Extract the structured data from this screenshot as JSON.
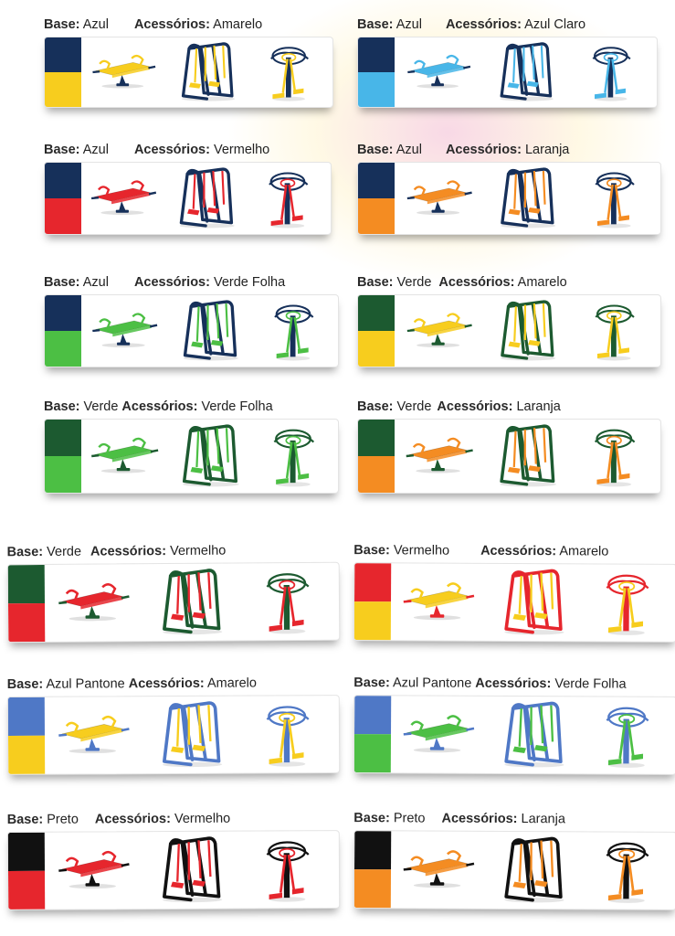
{
  "colors": {
    "Azul": "#16305a",
    "Amarelo": "#f7cd1e",
    "Azul Claro": "#48b6e8",
    "Vermelho": "#e6262d",
    "Laranja": "#f48c22",
    "Verde Folha": "#4cbf44",
    "Verde": "#1c5a30",
    "Azul Pantone": "#4f78c6",
    "Preto": "#111111"
  },
  "labels": {
    "base_label": "Base:",
    "accessories_label": "Acessórios:"
  },
  "combinations": [
    {
      "base": "Azul",
      "accessories": "Amarelo"
    },
    {
      "base": "Azul",
      "accessories": "Azul Claro"
    },
    {
      "base": "Azul",
      "accessories": "Vermelho"
    },
    {
      "base": "Azul",
      "accessories": "Laranja"
    },
    {
      "base": "Azul",
      "accessories": "Verde Folha"
    },
    {
      "base": "Verde",
      "accessories": "Amarelo"
    },
    {
      "base": "Verde",
      "accessories": "Verde Folha"
    },
    {
      "base": "Verde",
      "accessories": "Laranja"
    },
    {
      "base": "Verde",
      "accessories": "Vermelho"
    },
    {
      "base": "Vermelho",
      "accessories": "Amarelo"
    },
    {
      "base": "Azul Pantone",
      "accessories": "Amarelo"
    },
    {
      "base": "Azul Pantone",
      "accessories": "Verde Folha"
    },
    {
      "base": "Preto",
      "accessories": "Vermelho"
    },
    {
      "base": "Preto",
      "accessories": "Laranja"
    }
  ]
}
